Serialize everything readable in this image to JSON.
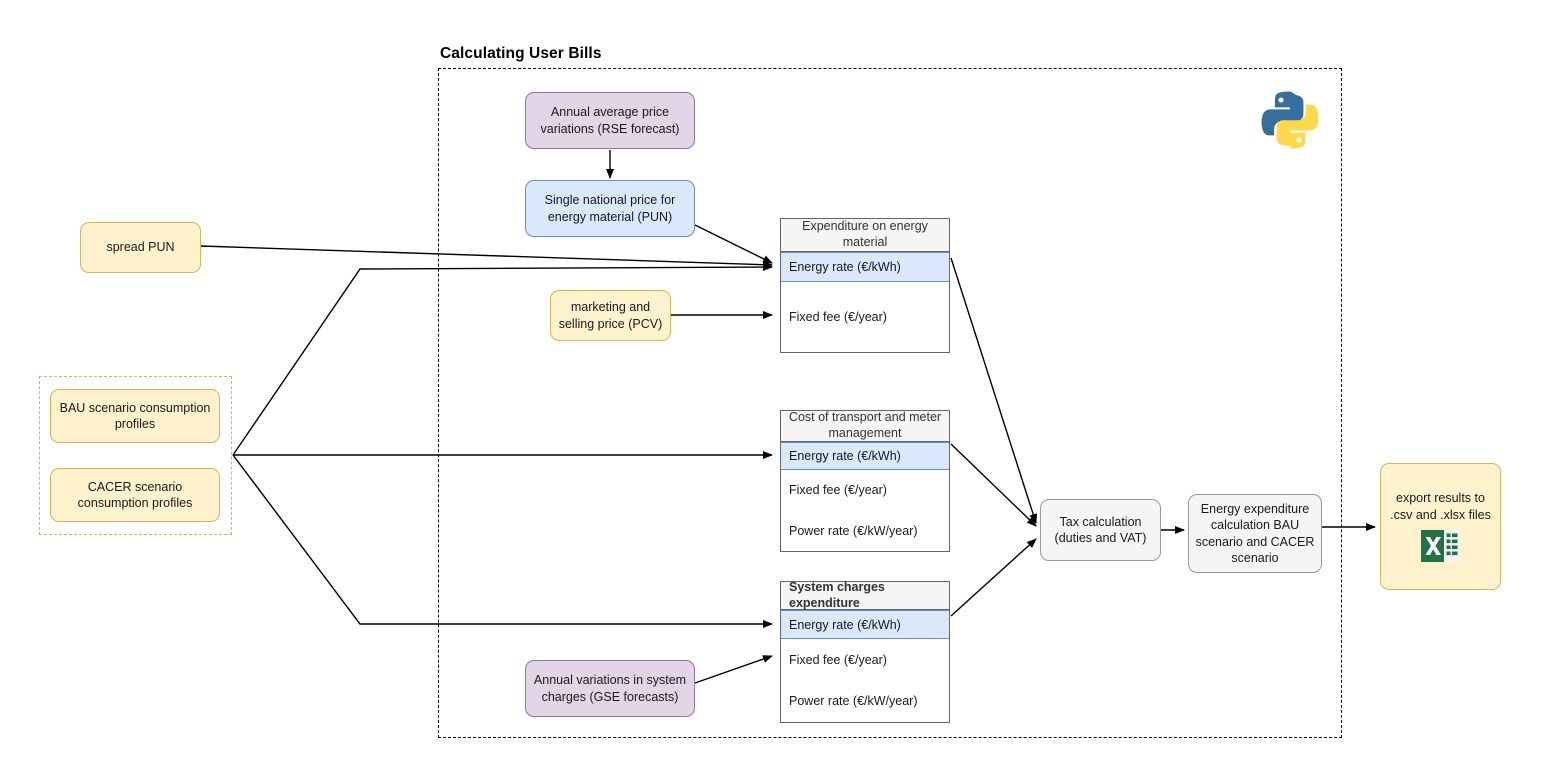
{
  "title": "Calculating User Bills",
  "icons": {
    "python": "python-logo-icon",
    "excel": "excel-file-icon"
  },
  "inputs": {
    "spread_pun": "spread PUN",
    "bau": "BAU scenario consumption profiles",
    "cacer": "CACER scenario consumption profiles"
  },
  "forecasts": {
    "rse": "Annual average price variations (RSE forecast)",
    "pun": "Single national price for energy material (PUN)",
    "pcv": "marketing and selling price (PCV)",
    "gse": "Annual variations in system charges (GSE forecasts)"
  },
  "tables": [
    {
      "header": "Expenditure on energy material",
      "header_align": "center",
      "rows": [
        {
          "label": "Energy rate (€/kWh)",
          "highlight": true
        },
        {
          "label": "Fixed fee (€/year)",
          "highlight": false
        }
      ]
    },
    {
      "header": "Cost of transport and meter management",
      "header_align": "center",
      "rows": [
        {
          "label": "Energy rate (€/kWh)",
          "highlight": true
        },
        {
          "label": "Fixed fee (€/year)",
          "highlight": false
        },
        {
          "label": "Power rate (€/kW/year)",
          "highlight": false
        }
      ]
    },
    {
      "header": "System charges expenditure",
      "header_align": "left",
      "rows": [
        {
          "label": "Energy rate (€/kWh)",
          "highlight": true
        },
        {
          "label": "Fixed fee (€/year)",
          "highlight": false
        },
        {
          "label": "Power rate (€/kW/year)",
          "highlight": false
        }
      ]
    }
  ],
  "process": {
    "tax": "Tax calculation (duties and VAT)",
    "energy_expenditure": "Energy expenditure calculation BAU scenario and CACER scenario"
  },
  "output": {
    "export": "export results to .csv and .xlsx files"
  },
  "colors": {
    "yellow_fill": "#fff2cc",
    "yellow_stroke": "#d6b656",
    "purple_fill": "#e1d5e7",
    "purple_stroke": "#9673a6",
    "blue_fill": "#dae8fc",
    "blue_stroke": "#6c8ebf",
    "gray_fill": "#f5f5f5",
    "gray_stroke": "#999999",
    "edge": "#000000",
    "excel_green": "#217346",
    "python_blue": "#366f9e",
    "python_yellow": "#ffd84d"
  }
}
